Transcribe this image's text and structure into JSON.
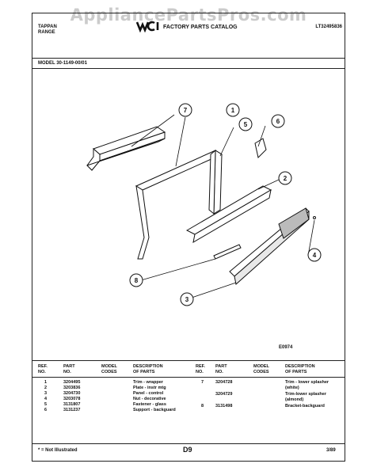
{
  "watermark": "AppliancePartsPros.com",
  "header": {
    "brand_line1": "TAPPAN",
    "brand_line2": "RANGE",
    "catalog_title": "FACTORY PARTS CATALOG",
    "catalog_code": "LT32495836"
  },
  "model": "MODEL 30-1149-00/01",
  "figure_code": "E0974",
  "callouts": [
    "1",
    "2",
    "3",
    "4",
    "5",
    "6",
    "7",
    "8"
  ],
  "table": {
    "headers": {
      "ref": [
        "REF.",
        "NO."
      ],
      "part": [
        "PART",
        "NO."
      ],
      "model": [
        "MODEL",
        "CODES"
      ],
      "desc": [
        "DESCRIPTION",
        "OF PARTS"
      ]
    },
    "left_rows": [
      {
        "ref": "1",
        "part": "3204495",
        "desc": "Trim - wrapper"
      },
      {
        "ref": "2",
        "part": "3203836",
        "desc": "Plate - instr mtg"
      },
      {
        "ref": "3",
        "part": "3204730",
        "desc": "Panel - control"
      },
      {
        "ref": "4",
        "part": "3203078",
        "desc": "Nut - decorative"
      },
      {
        "ref": "5",
        "part": "3131807",
        "desc": "Fastener - glass"
      },
      {
        "ref": "6",
        "part": "3131237",
        "desc": "Support - backguard"
      }
    ],
    "right_rows": [
      {
        "ref": "7",
        "part": "3204728",
        "desc": "Trim - lower splasher"
      },
      {
        "ref": "",
        "part": "",
        "desc": "(white)"
      },
      {
        "ref": "",
        "part": "3204729",
        "desc": "Trim-lower splasher"
      },
      {
        "ref": "",
        "part": "",
        "desc": "(almond)"
      },
      {
        "ref": "8",
        "part": "3131498",
        "desc": "Bracket-backguard"
      }
    ]
  },
  "footer": {
    "note": "* = Not Illustrated",
    "page": "D9",
    "date": "3/89"
  },
  "colors": {
    "ink": "#111111",
    "watermark": "#a0a0a0",
    "paper": "#ffffff"
  }
}
